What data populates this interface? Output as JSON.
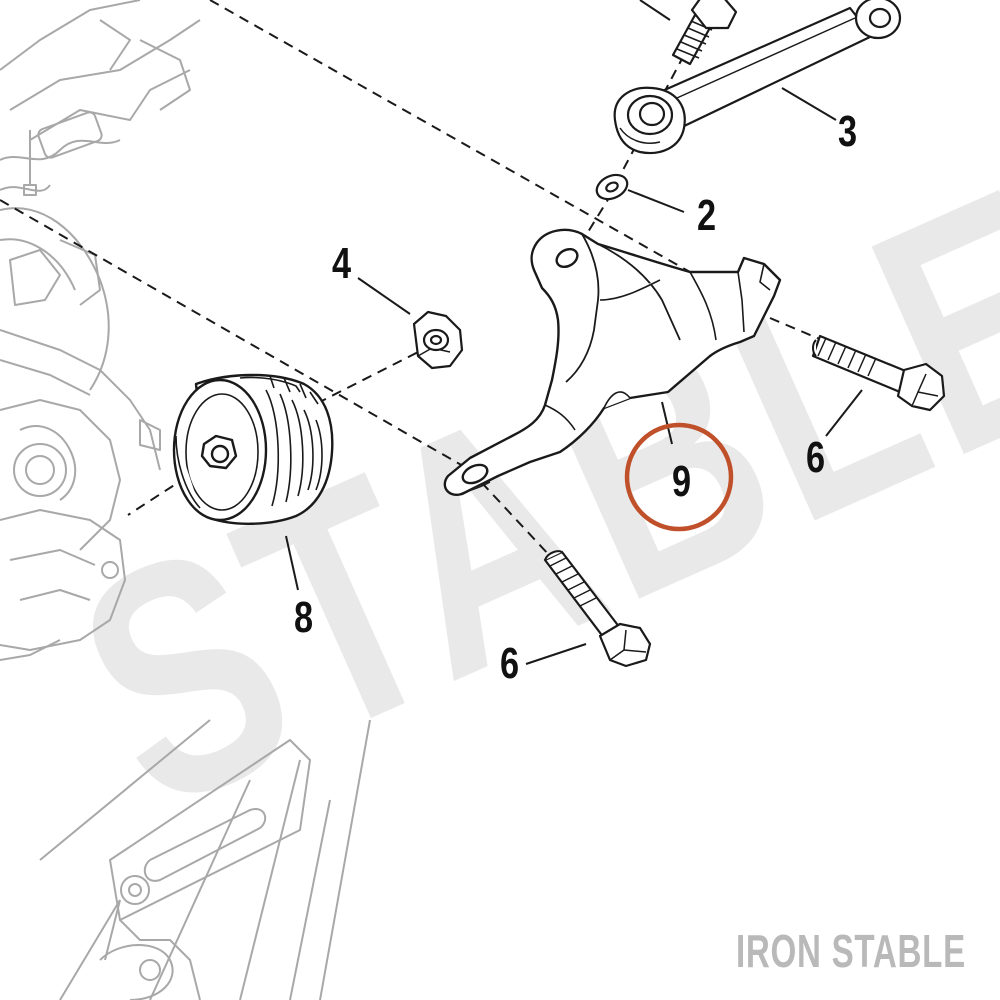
{
  "diagram": {
    "callouts": {
      "c2": "2",
      "c3": "3",
      "c4": "4",
      "c6_right": "6",
      "c6_bottom": "6",
      "c8": "8",
      "c9": "9"
    },
    "highlighted_callout": "9",
    "highlight_color": "#c0502a",
    "watermark_text": "STABLE",
    "brand_text": "IRON STABLE",
    "colors": {
      "line": "#1a1a1a",
      "ghost_line": "#a8a8a8",
      "watermark": "#e9e9e9",
      "brand": "#b9b9b9"
    }
  }
}
